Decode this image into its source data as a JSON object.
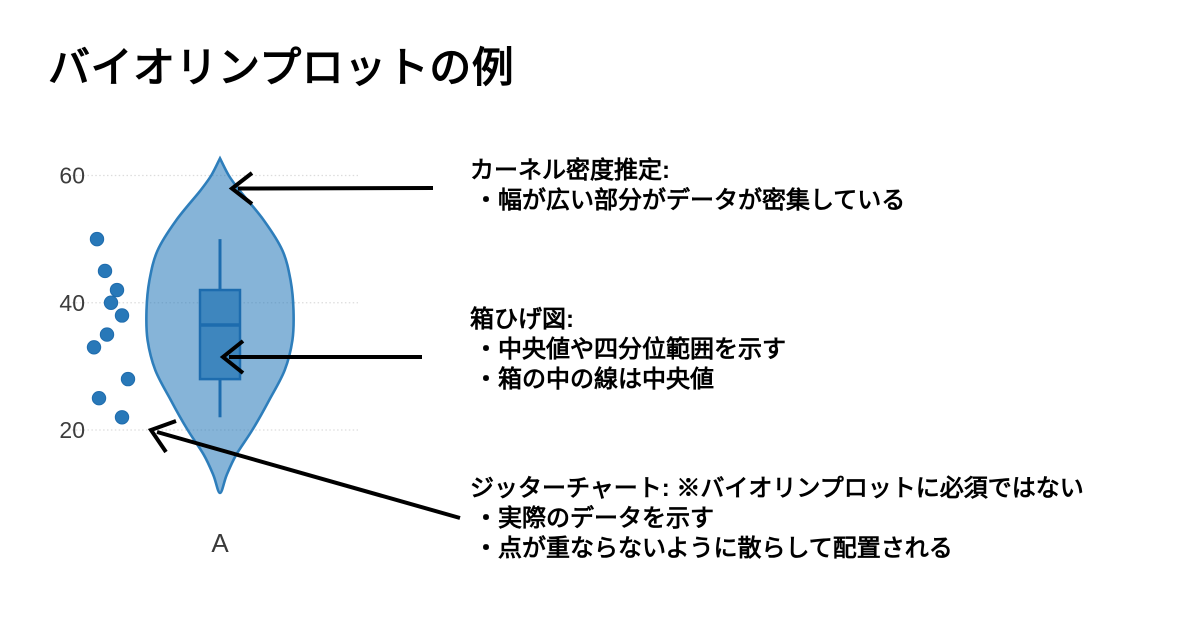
{
  "page": {
    "title": "バイオリンプロットの例",
    "background": "#ffffff"
  },
  "chart_data": {
    "type": "violin",
    "categories": [
      "A"
    ],
    "values": [
      50,
      45,
      42,
      40,
      38,
      35,
      33,
      28,
      25,
      22
    ],
    "jitter_x_offsets": [
      -14,
      -6,
      6,
      0,
      11,
      -4,
      -17,
      17,
      -12,
      11
    ],
    "box": {
      "whisker_low": 22,
      "q1": 28,
      "median": 36.5,
      "q3": 42,
      "whisker_high": 50
    },
    "kde_profile": [
      [
        62.7,
        0
      ],
      [
        60,
        0.12
      ],
      [
        57.6,
        0.27
      ],
      [
        52.9,
        0.6
      ],
      [
        48.2,
        0.85
      ],
      [
        43.5,
        0.96
      ],
      [
        38.8,
        1.0
      ],
      [
        34.1,
        0.985
      ],
      [
        29.4,
        0.88
      ],
      [
        24.7,
        0.67
      ],
      [
        20,
        0.44
      ],
      [
        16.1,
        0.22
      ],
      [
        12.9,
        0.09
      ],
      [
        10.1,
        0
      ]
    ],
    "y_ticks": [
      60,
      40,
      20
    ],
    "ylim": [
      10,
      63
    ],
    "xlabel": "A",
    "ylabel": "",
    "grid": true,
    "legend": "none",
    "colors": {
      "violin_stroke": "#2e7ebb",
      "violin_fill": "#2e7ebb",
      "violin_fill_opacity": 0.58,
      "box_fill": "#3e86be",
      "box_stroke": "#1d6cae",
      "dot_fill": "#2878b8",
      "dot_stroke": "#1f6cad",
      "gridline": "#dcdcdc",
      "tick_label": "#3d3d3d",
      "x_label": "#3a3a3a"
    }
  },
  "annotations": [
    {
      "heading": "カーネル密度推定:",
      "bullets": [
        "・幅が広い部分がデータが密集している"
      ],
      "points_to": "violin-kde-outline"
    },
    {
      "heading": "箱ひげ図:",
      "bullets": [
        "・中央値や四分位範囲を示す",
        "・箱の中の線は中央値"
      ],
      "points_to": "inner-box-plot"
    },
    {
      "heading": "ジッターチャート: ※バイオリンプロットに必須ではない",
      "bullets": [
        "・実際のデータを示す",
        "・点が重ならないように散らして配置される"
      ],
      "points_to": "jitter-points"
    }
  ],
  "arrow_color": "#000000"
}
